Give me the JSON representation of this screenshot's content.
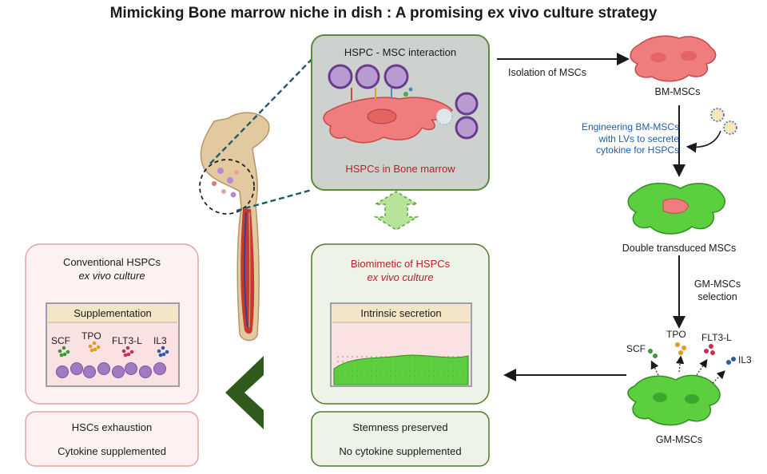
{
  "title": "Mimicking Bone marrow niche in dish : A promising ex vivo culture strategy",
  "niche_box": {
    "heading": "HSPC - MSC interaction",
    "caption": "HSPCs in Bone marrow"
  },
  "right_flow": {
    "isolation_label": "Isolation of MSCs",
    "bm_mscs_label": "BM-MSCs",
    "engineering_label": [
      "Engineering BM-MSCs",
      "with LVs to secrete",
      "cytokine for HSPCs"
    ],
    "double_label": "Double transduced MSCs",
    "selection_label": [
      "GM-MSCs",
      "selection"
    ],
    "gm_mscs_label": "GM-MSCs",
    "cytokines": [
      "SCF",
      "TPO",
      "FLT3-L",
      "IL3"
    ]
  },
  "conventional": {
    "heading_line1": "Conventional HSPCs",
    "heading_line2": "ex vivo culture",
    "bar_label": "Supplementation",
    "cytokines": [
      "SCF",
      "TPO",
      "FLT3-L",
      "IL3"
    ],
    "outcome_line1": "HSCs exhaustion",
    "outcome_line2": "Cytokine supplemented"
  },
  "biomimetic": {
    "heading_line1": "Biomimetic of HSPCs",
    "heading_line2": "ex vivo culture",
    "bar_label": "Intrinsic secretion",
    "outcome_line1": "Stemness preserved",
    "outcome_line2": "No cytokine supplemented"
  },
  "colors": {
    "green_box_fill": "#eef3e8",
    "green_box_stroke": "#4f7a2e",
    "pink_box_fill": "#fdf1f1",
    "pink_box_stroke": "#e7a3a3",
    "msc_pink": "#ef7d7d",
    "msc_green": "#5ccf3f",
    "hspc_purple": "#a37ac2",
    "dark_red_text": "#b3202a",
    "blue_text": "#1f5fa8",
    "chevron_green": "#2f5a1c"
  }
}
